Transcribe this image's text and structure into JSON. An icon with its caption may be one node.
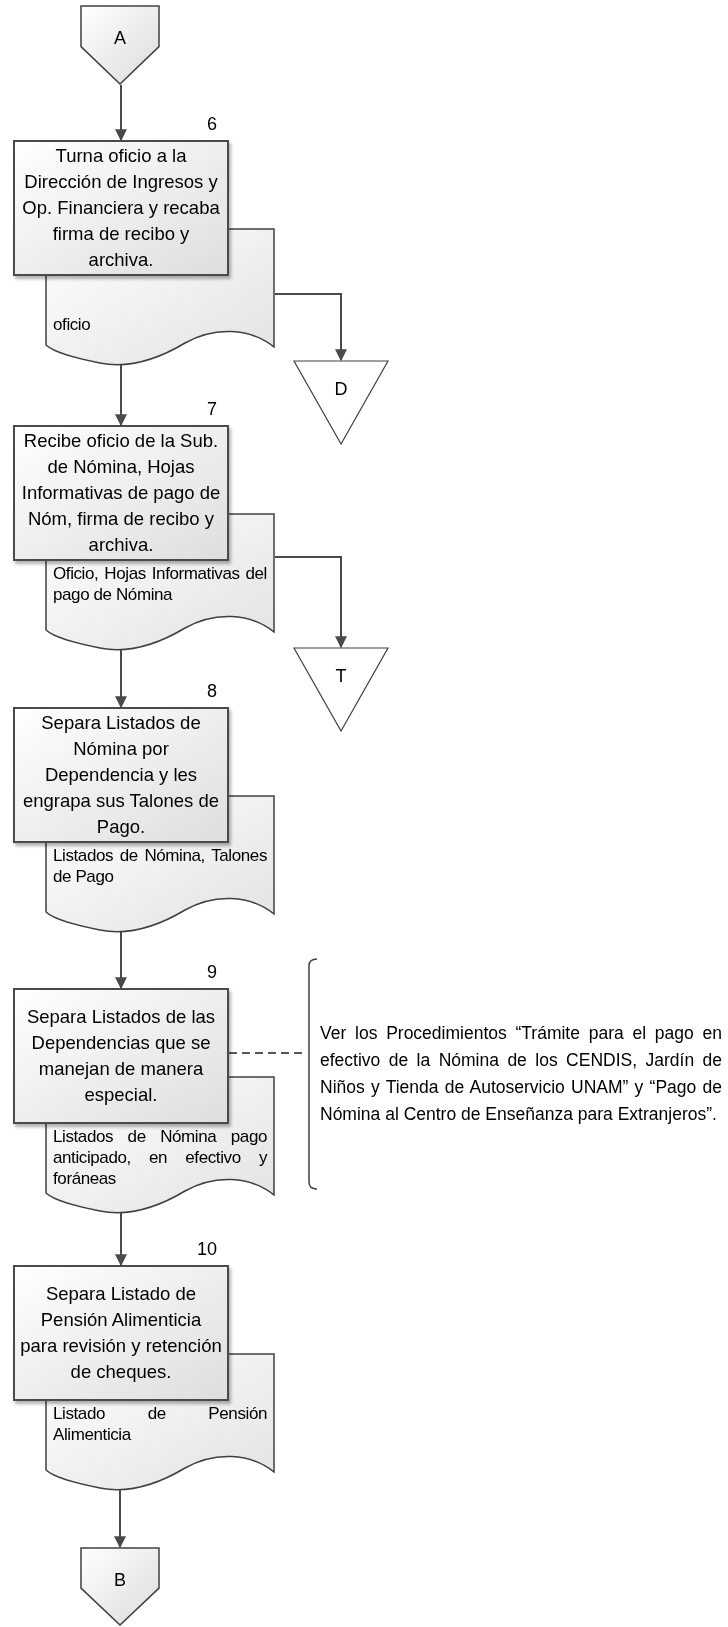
{
  "diagram": {
    "nodes": [
      {
        "text": [
          "A"
        ]
      },
      {
        "text": [
          "Turna oficio a la Dirección de Ingresos y Op. Financiera y recaba firma de recibo y archiva."
        ],
        "beside": [
          "6"
        ]
      },
      {
        "text": [
          "oficio"
        ]
      },
      {
        "text": [
          "D"
        ]
      },
      {
        "text": [
          "Recibe oficio de la Sub. de Nómina, Hojas Informativas de pago de Nóm, firma de recibo y archiva."
        ],
        "beside": [
          "7"
        ]
      },
      {
        "text": [
          "Oficio, Hojas Informativas del pago de Nómina"
        ]
      },
      {
        "text": [
          "T"
        ]
      },
      {
        "text": [
          "Separa Listados de Nómina por Dependencia y les engrapa sus Talones de Pago."
        ],
        "beside": [
          "8"
        ]
      },
      {
        "text": [
          "Listados de Nómina, Talones de Pago"
        ]
      },
      {
        "text": [
          "Separa Listados de las Dependencias que se manejan de manera especial."
        ],
        "beside": [
          "9"
        ]
      },
      {
        "text": [
          "Listados de Nómina pago anticipado, en efectivo y foráneas"
        ]
      },
      {
        "text": [
          "Ver los Procedimientos “Trámite para el pago en efectivo de la Nómina de los CENDIS, Jardín de Niños y Tienda de Autoservicio UNAM” y “Pago de Nómina al Centro de Enseñanza para Extranjeros”."
        ]
      },
      {
        "text": [
          "Separa Listado de Pensión Alimenticia para revisión y retención de cheques."
        ],
        "beside": [
          "10"
        ]
      },
      {
        "text": [
          "Listado de Pensión Alimenticia"
        ]
      },
      {
        "text": [
          "B"
        ]
      }
    ],
    "edges": [
      {
        "from": 0,
        "to": 1,
        "arrow": "to"
      },
      {
        "from": 2,
        "to": 3,
        "arrow": "to"
      },
      {
        "from": 2,
        "to": 4,
        "arrow": "to"
      },
      {
        "from": 5,
        "to": 6,
        "arrow": "to"
      },
      {
        "from": 5,
        "to": 7,
        "arrow": "to"
      },
      {
        "from": 8,
        "to": 9,
        "arrow": "to"
      },
      {
        "from": 9,
        "to": 11,
        "arrow": "none",
        "style": "dashed"
      },
      {
        "from": 10,
        "to": 12,
        "arrow": "to"
      },
      {
        "from": 13,
        "to": 14,
        "arrow": "to"
      }
    ]
  }
}
